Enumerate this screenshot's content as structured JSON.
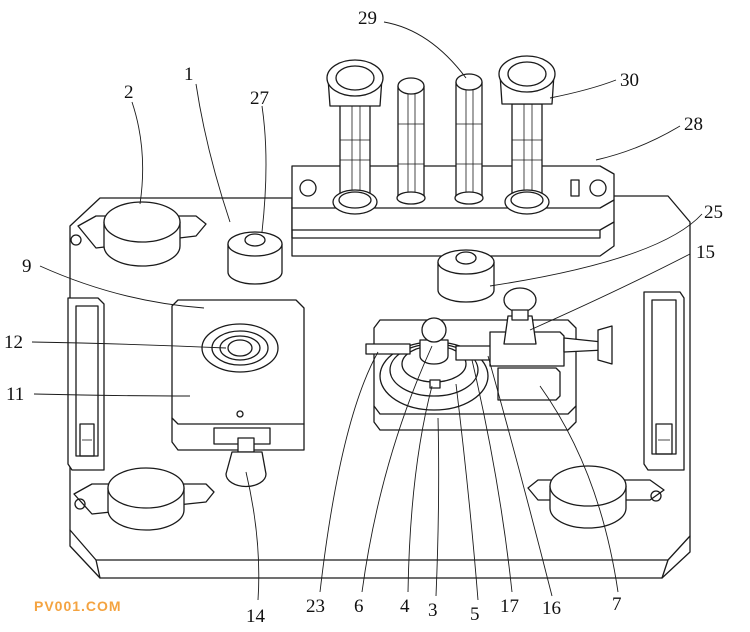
{
  "labels": {
    "l1": "1",
    "l2": "2",
    "l27": "27",
    "l29": "29",
    "l30": "30",
    "l28": "28",
    "l25": "25",
    "l15": "15",
    "l9": "9",
    "l12": "12",
    "l11": "11",
    "l14": "14",
    "l23": "23",
    "l6": "6",
    "l4": "4",
    "l3": "3",
    "l5": "5",
    "l17": "17",
    "l16": "16",
    "l7": "7"
  },
  "watermark": {
    "text": "PV001.COM",
    "color": "#f4a340"
  }
}
